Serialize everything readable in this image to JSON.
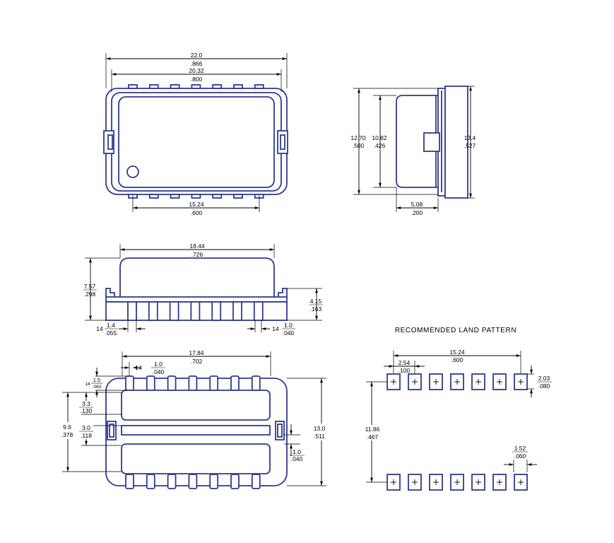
{
  "colors": {
    "outline": "#2f3a8f",
    "dimension": "#000000",
    "background": "#ffffff"
  },
  "top_view": {
    "overall_width_mm": "22.0",
    "overall_width_in": ".866",
    "body_width_mm": "20.32",
    "body_width_in": ".800",
    "pin_span_mm": "15.24",
    "pin_span_in": ".600"
  },
  "side_view": {
    "height_a_mm": "12.70",
    "height_a_in": ".500",
    "height_b_mm": "10.82",
    "height_b_in": ".426",
    "height_c_mm": "13.4",
    "height_c_in": ".527",
    "depth_mm": "5.08",
    "depth_in": ".200"
  },
  "front_view": {
    "body_length_mm": "18.44",
    "body_length_in": ".726",
    "total_height_mm": "7.57",
    "total_height_in": ".298",
    "base_height_mm": "4.15",
    "base_height_in": ".163",
    "left_gap_prefix": "14",
    "left_gap_mm": "1.4",
    "left_gap_in": ".055",
    "right_gap_prefix": "14",
    "right_gap_mm": "1.0",
    "right_gap_in": ".040"
  },
  "bottom_view": {
    "pin_row_mm": "17.84",
    "pin_row_in": ".702",
    "pin_width_prefix": "14",
    "pin_width_mm": "1.0",
    "pin_width_in": ".040",
    "pin_len_prefix": "14",
    "pin_len_mm": "1.5",
    "pin_len_in": ".060",
    "dim_33_mm": "3.3",
    "dim_33_in": ".130",
    "dim_30_mm": "3.0",
    "dim_30_in": ".118",
    "dim_96_mm": "9.6",
    "dim_96_in": ".378",
    "height_mm": "13.0",
    "height_in": ".511",
    "tab_mm": "1.0",
    "tab_in": ".040"
  },
  "land_pattern": {
    "title": "RECOMMENDED LAND PATTERN",
    "span_mm": "15.24",
    "span_in": ".600",
    "pitch_mm": "2.54",
    "pitch_in": ".100",
    "pad_h_mm": "2.03",
    "pad_h_in": ".080",
    "row_gap_mm": "11.86",
    "row_gap_in": ".467",
    "pad_w_mm": "1.52",
    "pad_w_in": ".060"
  }
}
